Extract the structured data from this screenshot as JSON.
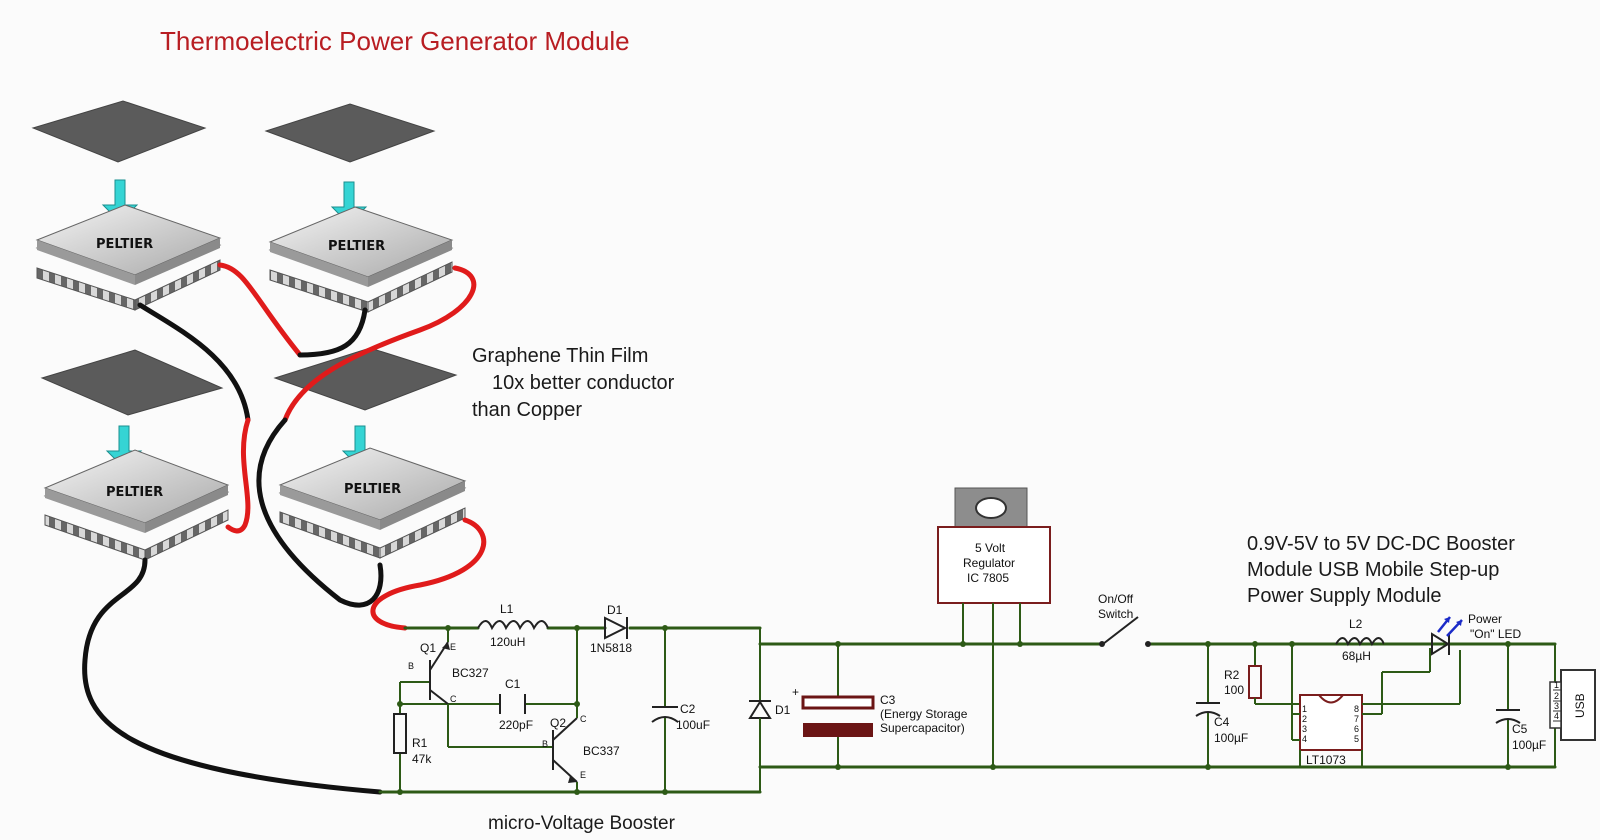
{
  "title": "Thermoelectric Power Generator Module",
  "peltier": {
    "m1": "PELTIER",
    "m2": "PELTIER",
    "m3": "PELTIER",
    "m4": "PELTIER"
  },
  "note": {
    "line1": "Graphene Thin Film",
    "line2": "10x better conductor",
    "line3": "than Copper"
  },
  "regulator": {
    "line1": "5 Volt",
    "line2": "Regulator",
    "line3": "IC 7805"
  },
  "switch": {
    "line1": "On/Off",
    "line2": "Switch"
  },
  "booster_module": {
    "line1": "0.9V-5V to 5V DC-DC Booster",
    "line2": "Module USB Mobile Step-up",
    "line3": "Power Supply Module"
  },
  "micro_booster_label": "micro-Voltage Booster",
  "components": {
    "l1_name": "L1",
    "l1_value": "120uH",
    "d1_name": "D1",
    "d1_value": "1N5818",
    "q1_name": "Q1",
    "q1_value": "BC327",
    "q2_name": "Q2",
    "q2_value": "BC337",
    "c1_name": "C1",
    "c1_value": "220pF",
    "c2_name": "C2",
    "c2_value": "100uF",
    "r1_name": "R1",
    "r1_value": "47k",
    "d1b_name": "D1",
    "c3_name": "C3",
    "c3_line2": "(Energy Storage",
    "c3_line3": "Supercapacitor)",
    "r2_name": "R2",
    "r2_value": "100",
    "c4_name": "C4",
    "c4_value": "100µF",
    "l2_name": "L2",
    "l2_value": "68µH",
    "ic_name": "LT1073",
    "c5_name": "C5",
    "c5_value": "100µF",
    "led_line1": "Power",
    "led_line2": "\"On\" LED",
    "usb": "USB",
    "pin_b1": "B",
    "pin_e1": "E",
    "pin_c1": "C",
    "pin_b2": "B",
    "pin_c2": "C",
    "pin_e2": "E",
    "plus": "+",
    "ic_pin1": "1",
    "ic_pin2": "2",
    "ic_pin3": "3",
    "ic_pin4": "4",
    "ic_pin5": "5",
    "ic_pin6": "6",
    "ic_pin7": "7",
    "ic_pin8": "8",
    "usb_pin1": "1",
    "usb_pin2": "2",
    "usb_pin3": "3",
    "usb_pin4": "4"
  },
  "colors": {
    "title": "#b81d22",
    "wire_green": "#2d5a16",
    "wire_red": "#e01b1b",
    "arrow": "#35d4d4",
    "plate": "#5b5b5b",
    "capacitor": "#6b1515"
  }
}
